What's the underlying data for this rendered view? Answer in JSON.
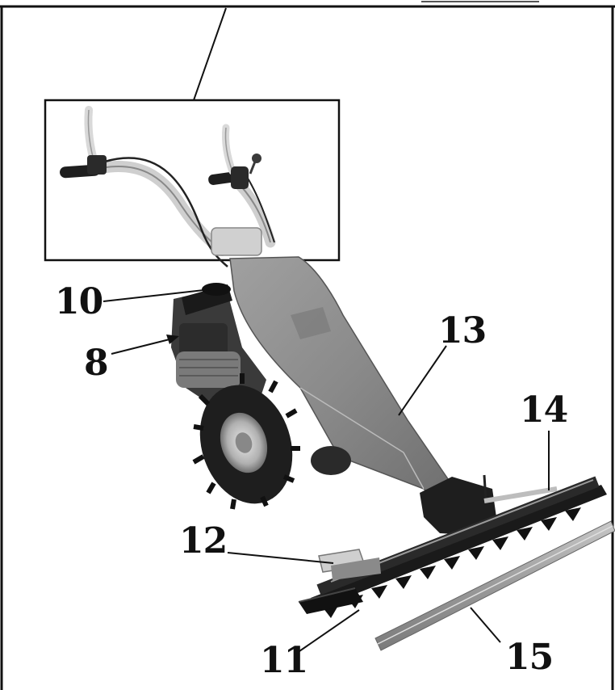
{
  "figure": {
    "kind": "product illustration",
    "subject": "walk-behind sickle bar mower",
    "callouts": {
      "c8": "8",
      "c10": "10",
      "c11": "11",
      "c12": "12",
      "c13": "13",
      "c14": "14",
      "c15": "15"
    },
    "colors": {
      "frame": "#111111",
      "background": "#ffffff",
      "body_panel": "#8c8c8c",
      "tire": "#1e1e1e",
      "handle_grip": "#d9d9d9",
      "cutter_bar": "#1a1a1a",
      "guide_rail": "#a8a8a8"
    }
  }
}
